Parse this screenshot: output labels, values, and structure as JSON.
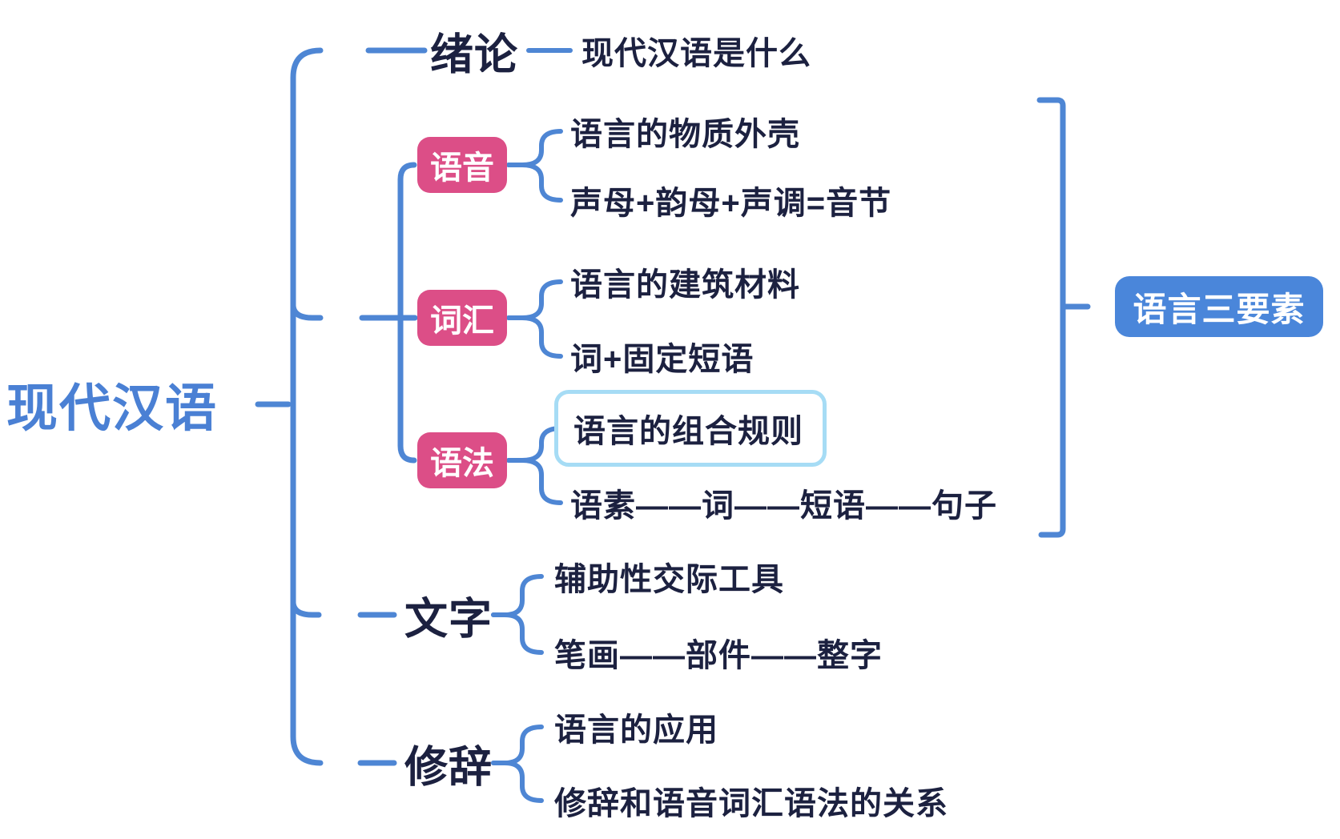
{
  "root": {
    "label": "现代汉语"
  },
  "branches": [
    {
      "label": "绪论",
      "children": [
        {
          "label": "现代汉语是什么"
        }
      ]
    },
    {
      "label": "语音",
      "children": [
        {
          "label": "语言的物质外壳"
        },
        {
          "label": "声母+韵母+声调=音节"
        }
      ]
    },
    {
      "label": "词汇",
      "children": [
        {
          "label": "语言的建筑材料"
        },
        {
          "label": "词+固定短语"
        }
      ]
    },
    {
      "label": "语法",
      "children": [
        {
          "label": "语言的组合规则"
        },
        {
          "label": "语素——词——短语——句子"
        }
      ]
    },
    {
      "label": "文字",
      "children": [
        {
          "label": "辅助性交际工具"
        },
        {
          "label": "笔画——部件——整字"
        }
      ]
    },
    {
      "label": "修辞",
      "children": [
        {
          "label": "语言的应用"
        },
        {
          "label": "修辞和语音词汇语法的关系"
        }
      ]
    }
  ],
  "annotation": {
    "label": "语言三要素"
  },
  "colors": {
    "line_blue": "#4e86d4",
    "root_text_blue": "#4a80d4",
    "topic_pink": "#dc4e87",
    "annotation_blue": "#4a86da",
    "text_dark": "#1c2140",
    "highlight_border": "#a6dcf5",
    "background": "#ffffff"
  }
}
